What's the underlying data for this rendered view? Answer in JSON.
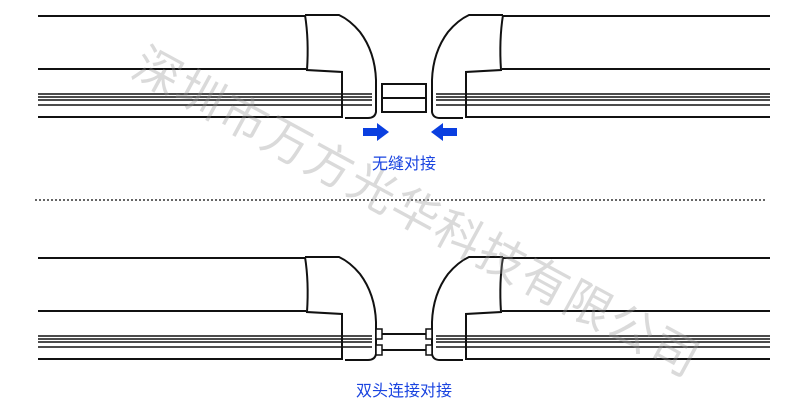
{
  "diagrams": [
    {
      "caption": "无缝对接",
      "connection": "seamless"
    },
    {
      "caption": "双头连接对接",
      "connection": "double-end"
    }
  ],
  "watermark": "深圳市万方光华科技有限公司",
  "colors": {
    "caption": "#1a44e0",
    "arrow": "#0a3fe0",
    "line": "#111111"
  }
}
